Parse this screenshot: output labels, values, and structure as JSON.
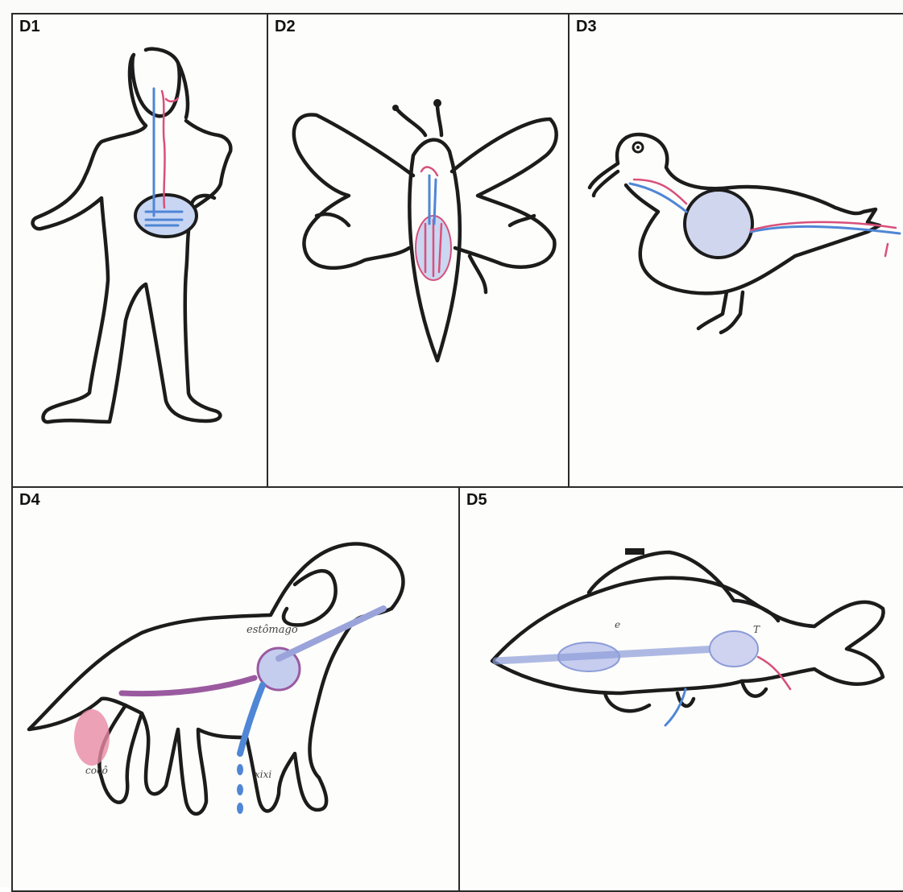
{
  "panels": [
    {
      "label": "D1"
    },
    {
      "label": "D2"
    },
    {
      "label": "D3"
    },
    {
      "label": "D4",
      "annotations": {
        "stomach": "estômago",
        "tail": "cocô",
        "pee": "xixi"
      }
    },
    {
      "label": "D5",
      "annotations": {
        "mark_e": "e",
        "mark_t": "T"
      }
    }
  ],
  "colors": {
    "ink": "#1c1c1c",
    "blue_pencil": "#4f86d6",
    "red_pencil": "#d8507a",
    "purple_pencil": "#9a5aa0"
  }
}
